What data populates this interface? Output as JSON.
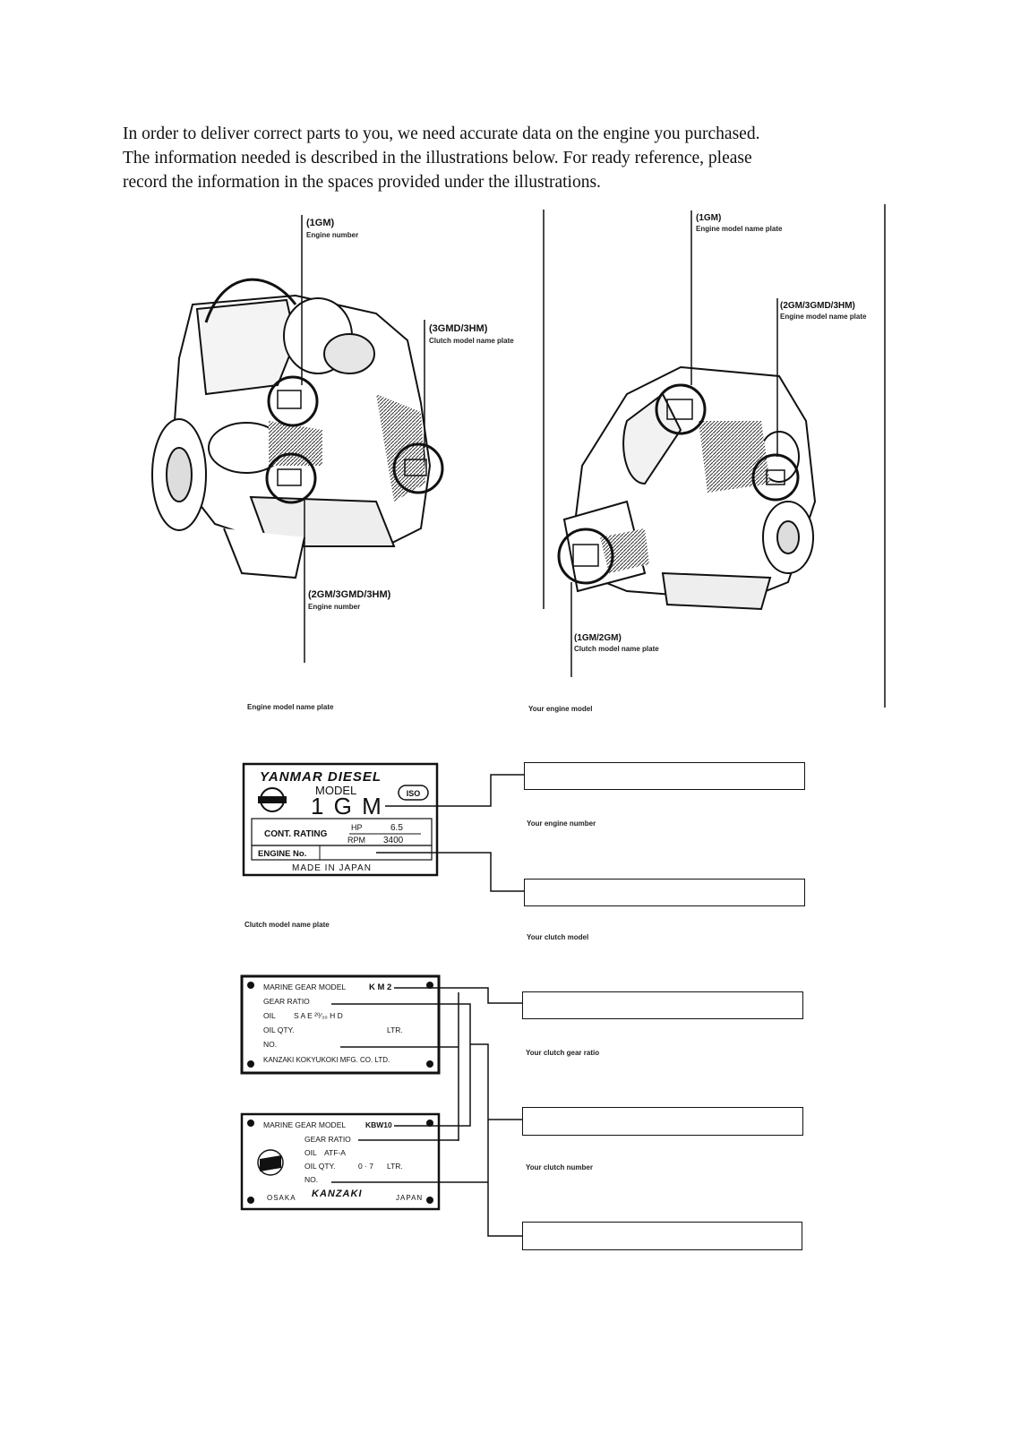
{
  "intro": {
    "line1": "In order to deliver correct parts to you, we need accurate data on the engine you purchased.",
    "line2": "The information needed is described in the illustrations below.  For ready reference, please",
    "line3": "record the information in the spaces provided under the illustrations."
  },
  "left_engine": {
    "callout_top": {
      "model": "(1GM)",
      "desc": "Engine number"
    },
    "callout_right": {
      "model": "(3GMD/3HM)",
      "desc": "Clutch model name plate"
    },
    "callout_bottom": {
      "model": "(2GM/3GMD/3HM)",
      "desc": "Engine number"
    }
  },
  "right_engine": {
    "callout_top": {
      "model": "(1GM)",
      "desc": "Engine model name plate"
    },
    "callout_right": {
      "model": "(2GM/3GMD/3HM)",
      "desc": "Engine model name plate"
    },
    "callout_bottom": {
      "model": "(1GM/2GM)",
      "desc": "Clutch model name plate"
    }
  },
  "section_labels": {
    "engine_plate": "Engine model name plate",
    "your_engine_model": "Your engine model",
    "your_engine_number": "Your engine number",
    "clutch_plate": "Clutch model name plate",
    "your_clutch_model": "Your clutch model",
    "your_clutch_ratio": "Your clutch gear ratio",
    "your_clutch_number": "Your clutch number"
  },
  "yanmar_plate": {
    "brand": "YANMAR DIESEL",
    "model_label": "MODEL",
    "model_value": "1 G M",
    "logo_text": "YANMAR",
    "iso_badge": "ISO",
    "cont_rating": "CONT. RATING",
    "hp_label": "HP",
    "hp_value": "6.5",
    "rpm_label": "RPM",
    "rpm_value": "3400",
    "engine_no": "ENGINE No.",
    "made_in": "MADE  IN  JAPAN"
  },
  "km2_plate": {
    "model_label": "MARINE GEAR MODEL",
    "model_value": "K M 2",
    "gear_ratio": "GEAR  RATIO",
    "oil": "OIL",
    "oil_value": "S A E ²⁰⁄₃₀ H D",
    "oil_qty": "OIL QTY.",
    "ltr": "LTR.",
    "no": "NO.",
    "maker": "KANZAKI  KOKYUKOKI  MFG.  CO.  LTD."
  },
  "kbw_plate": {
    "model_label": "MARINE GEAR MODEL",
    "model_value": "KBW10",
    "gear_ratio": "GEAR  RATIO",
    "oil": "OIL",
    "oil_value": "ATF-A",
    "oil_qty": "OIL QTY.",
    "oil_qty_value": "0 · 7",
    "ltr": "LTR.",
    "no": "NO.",
    "city": "OSAKA",
    "maker": "KANZAKI",
    "country": "JAPAN"
  }
}
